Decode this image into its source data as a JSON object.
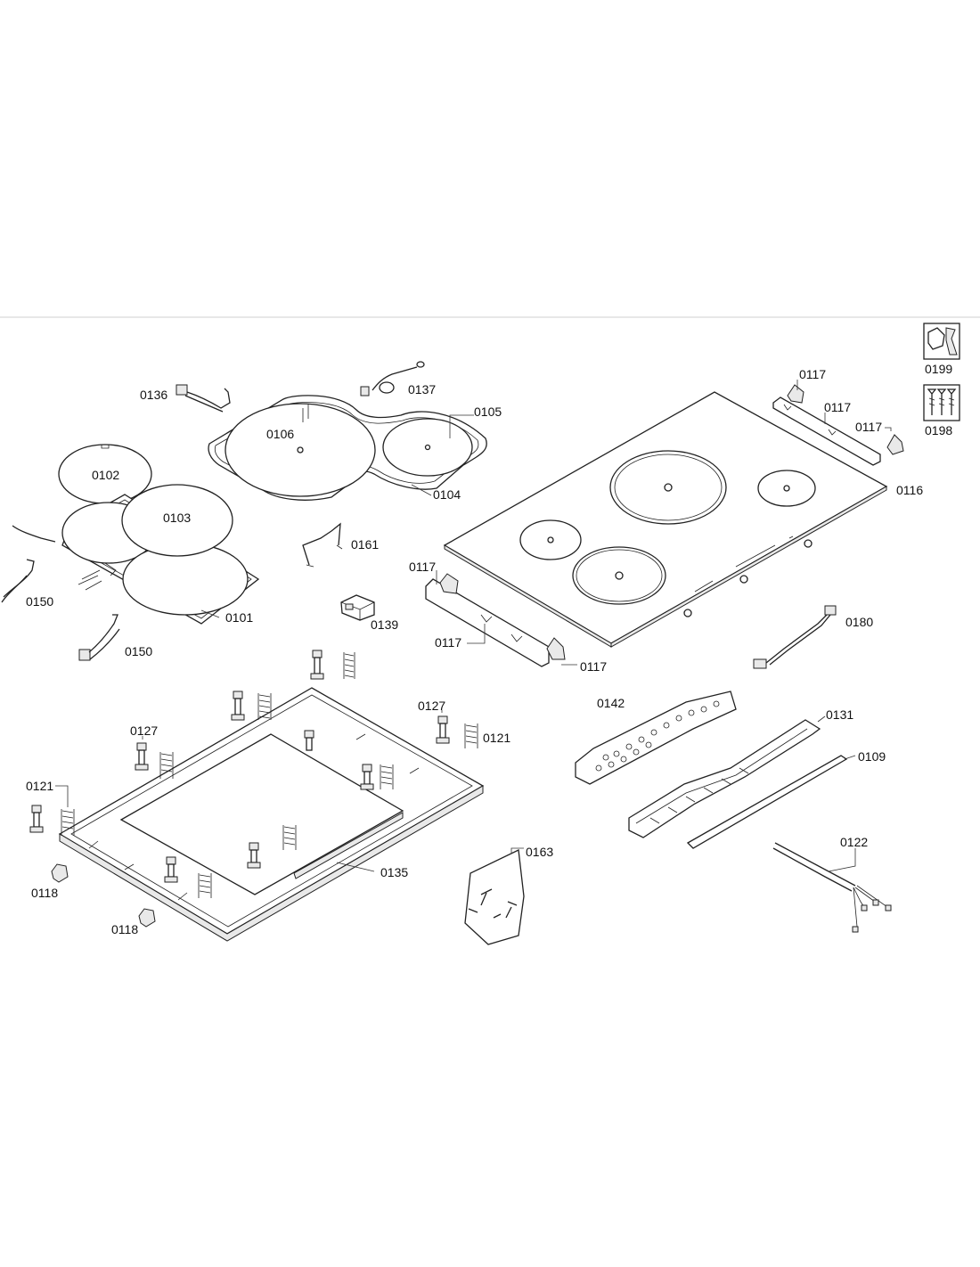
{
  "parts": {
    "p0199": "0199",
    "p0198": "0198",
    "p0136": "0136",
    "p0137": "0137",
    "p0105": "0105",
    "p0106": "0106",
    "p0104": "0104",
    "p0102": "0102",
    "p0103": "0103",
    "p0101": "0101",
    "p0150a": "0150",
    "p0150b": "0150",
    "p0161": "0161",
    "p0139": "0139",
    "p0117a": "0117",
    "p0117b": "0117",
    "p0117c": "0117",
    "p0117d": "0117",
    "p0117e": "0117",
    "p0117f": "0117",
    "p0116": "0116",
    "p0180": "0180",
    "p0127a": "0127",
    "p0127b": "0127",
    "p0121a": "0121",
    "p0121b": "0121",
    "p0118a": "0118",
    "p0118b": "0118",
    "p0135": "0135",
    "p0163": "0163",
    "p0142": "0142",
    "p0131": "0131",
    "p0109": "0109",
    "p0122": "0122"
  },
  "icons": {
    "service_tool": "wrench-icon",
    "screws": "screws-icon"
  }
}
